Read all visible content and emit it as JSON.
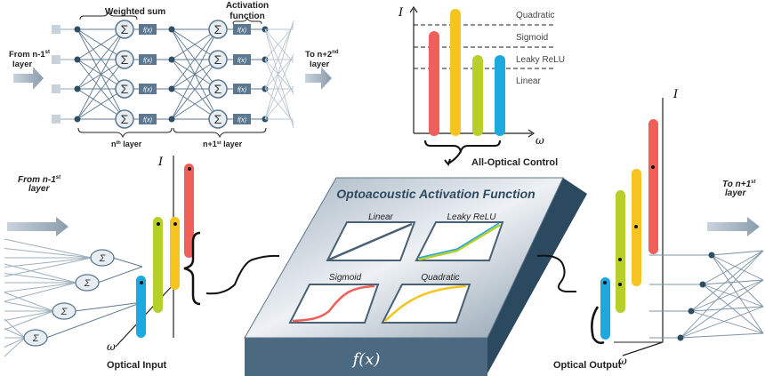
{
  "network": {
    "weighted_sum": "Weighted sum",
    "activation_line1": "Activation",
    "activation_line2": "function",
    "from_line1": "From n-1",
    "from_sup": "st",
    "from_line2": "layer",
    "to_line1": "To n+2",
    "to_sup": "nd",
    "to_line2": "layer",
    "nth_layer": "n",
    "nth_sup": "th",
    "layer_word": " layer",
    "n1_layer": "n+1",
    "n1_sup": "st",
    "fx": "f(x)",
    "sigma": "Σ"
  },
  "control_chart": {
    "y_axis": "I",
    "x_axis": "ω",
    "levels": [
      "Quadratic",
      "Sigmoid",
      "Leaky ReLU",
      "Linear"
    ],
    "label": "All-Optical Control"
  },
  "center": {
    "title": "Optoacoustic Activation Function",
    "plots": [
      "Linear",
      "Leaky ReLU",
      "Sigmoid",
      "Quadratic"
    ],
    "front_label": "f(x)"
  },
  "input": {
    "from_line1": "From n-1",
    "from_sup": "st",
    "from_line2": "layer",
    "y_axis": "I",
    "x_axis": "ω",
    "label": "Optical Input"
  },
  "output": {
    "to_line1": "To n+1",
    "to_sup": "st",
    "to_line2": "layer",
    "y_axis": "I",
    "x_axis": "ω",
    "label": "Optical Output"
  },
  "colors": {
    "red": "#f0605a",
    "yellow": "#f6c420",
    "green": "#b6cf2a",
    "blue": "#1ea8e0",
    "slate": "#3f5d73",
    "node": "#2e4e63"
  }
}
